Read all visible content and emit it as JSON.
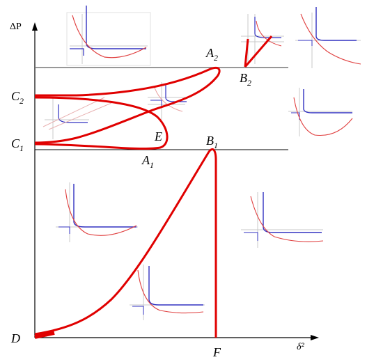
{
  "axes": {
    "y_label": "ΔP",
    "x_label": "δ²"
  },
  "points": {
    "A2": {
      "main": "A",
      "sub": "2"
    },
    "B2": {
      "main": "B",
      "sub": "2"
    },
    "C2": {
      "main": "C",
      "sub": "2"
    },
    "C1": {
      "main": "C",
      "sub": "1"
    },
    "E": {
      "main": "E",
      "sub": ""
    },
    "A1": {
      "main": "A",
      "sub": "1"
    },
    "B1": {
      "main": "B",
      "sub": "1"
    },
    "D": {
      "main": "D",
      "sub": ""
    },
    "F": {
      "main": "F",
      "sub": ""
    }
  },
  "colors": {
    "curve": "#e00000",
    "axis": "#000000",
    "hline_upper": "#777777",
    "hline_lower": "#000000",
    "inset_red": "#e04040",
    "inset_blue": "#3030c0",
    "inset_grid": "#c8c8c8"
  }
}
